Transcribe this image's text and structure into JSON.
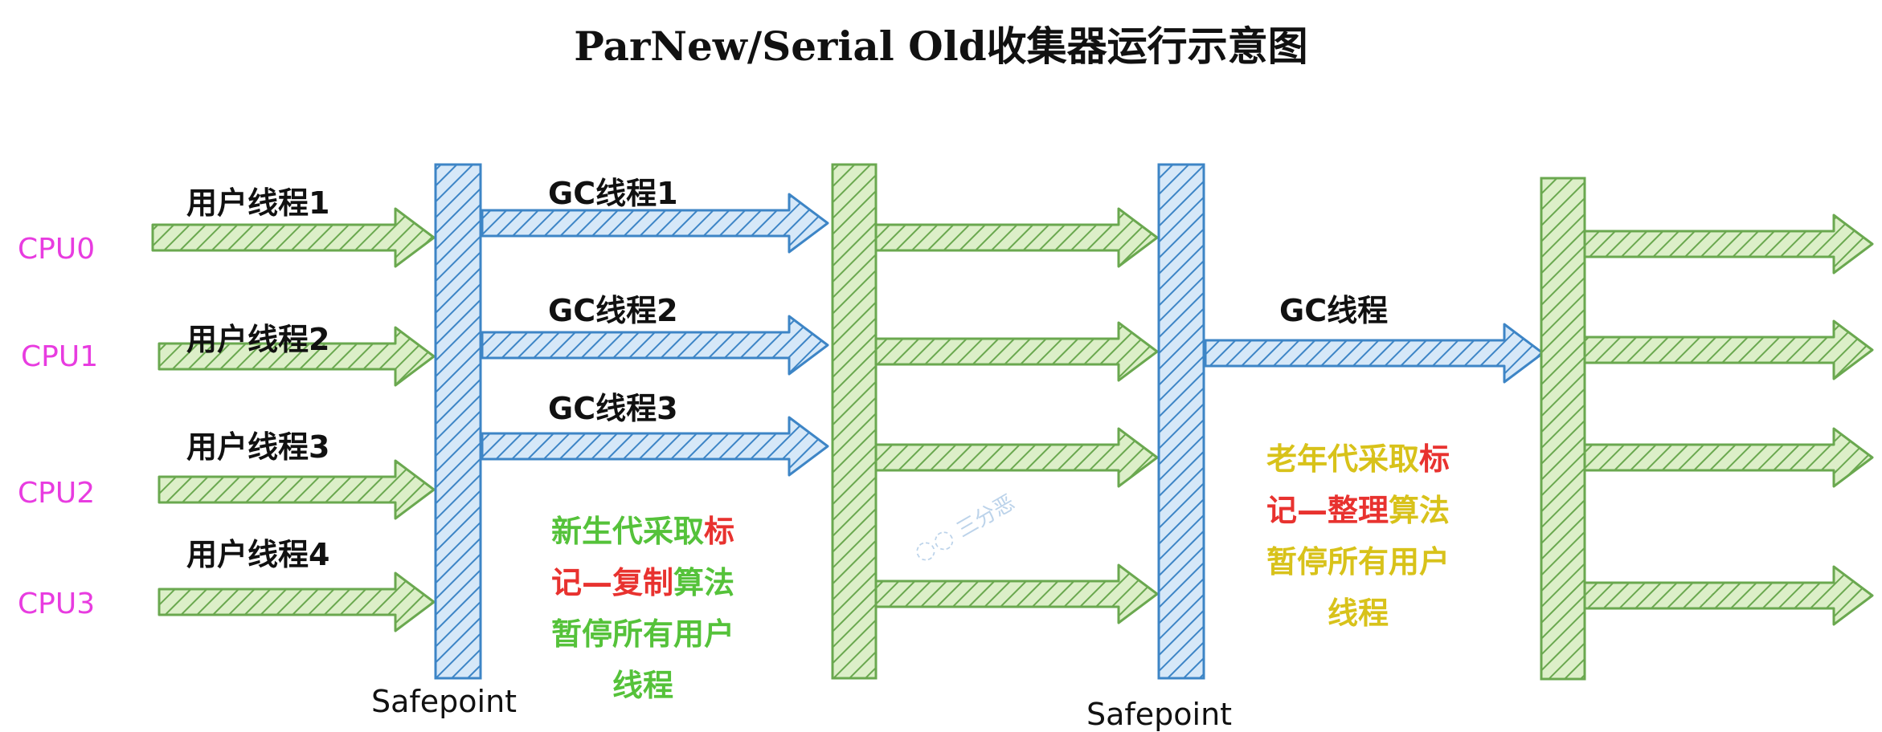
{
  "title": "ParNew/Serial Old收集器运行示意图",
  "cpus": [
    "CPU0",
    "CPU1",
    "CPU2",
    "CPU3"
  ],
  "user_threads": [
    "用户线程1",
    "用户线程2",
    "用户线程3",
    "用户线程4"
  ],
  "gc_threads": [
    "GC线程1",
    "GC线程2",
    "GC线程3"
  ],
  "gc_thread_old": "GC线程",
  "safepoint_label": "Safepoint",
  "young_note": [
    {
      "segments": [
        {
          "text": "新生代采取",
          "color": "green"
        },
        {
          "text": "标",
          "color": "red"
        }
      ]
    },
    {
      "segments": [
        {
          "text": "记—复制",
          "color": "red"
        },
        {
          "text": "算法",
          "color": "green"
        }
      ]
    },
    {
      "segments": [
        {
          "text": "暂停所有用户",
          "color": "green"
        }
      ]
    },
    {
      "segments": [
        {
          "text": "线程",
          "color": "green"
        }
      ]
    }
  ],
  "old_note": [
    {
      "segments": [
        {
          "text": "老年代采取",
          "color": "yellow"
        },
        {
          "text": "标",
          "color": "red"
        }
      ]
    },
    {
      "segments": [
        {
          "text": "记—整理",
          "color": "red"
        },
        {
          "text": "算法",
          "color": "yellow"
        }
      ]
    },
    {
      "segments": [
        {
          "text": "暂停所有用户",
          "color": "yellow"
        }
      ]
    },
    {
      "segments": [
        {
          "text": "线程",
          "color": "yellow"
        }
      ]
    }
  ],
  "watermark": "三分恶",
  "colors": {
    "green": "#6aa84f",
    "green_fill": "#cfe8b4",
    "blue": "#3d85c6",
    "blue_fill": "#bcd8f2",
    "cpu": "#e83ce0",
    "note_green": "#55c23a",
    "note_red": "#e8322f",
    "note_yellow": "#d8c21a"
  }
}
